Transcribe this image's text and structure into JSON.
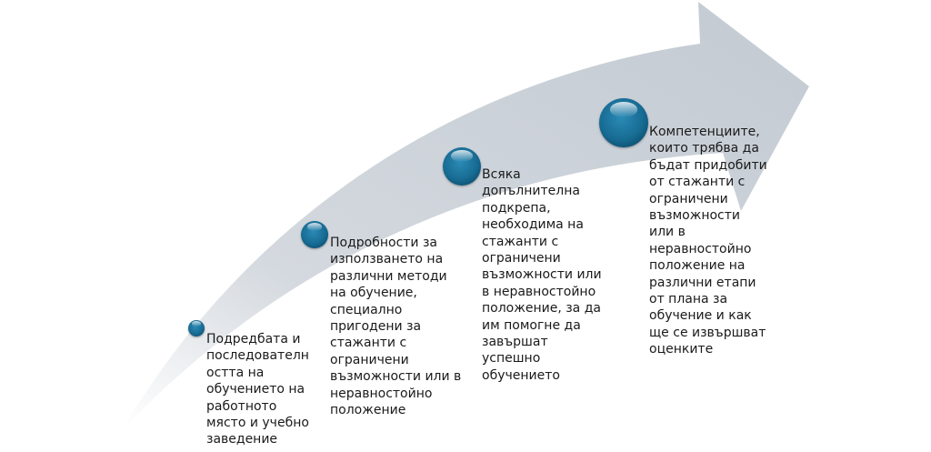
{
  "steps": [
    {
      "lines": [
        "Подредбата и",
        "последователн",
        "остта на",
        "обучението на",
        "работното",
        "място и учебно",
        "заведение"
      ]
    },
    {
      "lines": [
        "Подробности за",
        "използването на",
        "различни методи",
        "на обучение,",
        "специално",
        "пригодени за",
        "стажанти с",
        "ограничени",
        "възможности или в",
        "неравностойно",
        "положение"
      ]
    },
    {
      "lines": [
        "Всяка",
        "допълнителна",
        "подкрепа,",
        "необходима на",
        "стажанти с",
        "ограничени",
        "възможности или",
        "в неравностойно",
        "положение, за да",
        "им помогне да",
        "завършат",
        "успешно",
        "обучението"
      ]
    },
    {
      "lines": [
        "Компетенциите,",
        "които трябва да",
        "бъдат придобити",
        "от стажанти с",
        "ограничени",
        "възможности",
        "или в",
        "неравностойно",
        "положение на",
        "различни етапи",
        "от плана за",
        "обучение и как",
        "ще се извършват",
        "оценките"
      ]
    }
  ],
  "colors": {
    "arrow": "#c9cfd6",
    "dot": "#176b93"
  }
}
